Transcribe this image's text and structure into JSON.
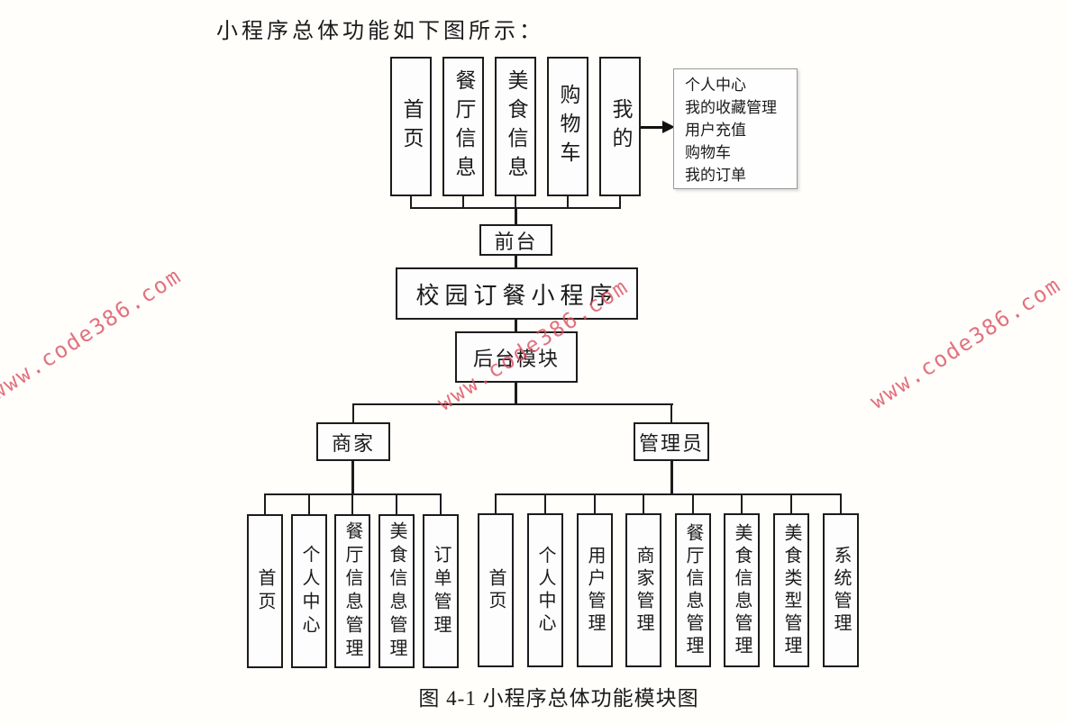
{
  "intro_text": "小程序总体功能如下图所示：",
  "caption": "图 4-1 小程序总体功能模块图",
  "watermark": {
    "text": "www.code386.com",
    "color": "#db4f60"
  },
  "diagram": {
    "root_label": "校园订餐小程序",
    "front": {
      "label": "前台",
      "modules": [
        "首页",
        "餐厅信息",
        "美食信息",
        "购物车",
        "我的"
      ],
      "mine_submodules": [
        "个人中心",
        "我的收藏管理",
        "用户充值",
        "购物车",
        "我的订单"
      ]
    },
    "back": {
      "label": "后台模块",
      "merchant": {
        "label": "商家",
        "modules": [
          "首页",
          "个人中心",
          "餐厅信息管理",
          "美食信息管理",
          "订单管理"
        ]
      },
      "admin": {
        "label": "管理员",
        "modules": [
          "首页",
          "个人中心",
          "用户管理",
          "商家管理",
          "餐厅信息管理",
          "美食信息管理",
          "美食类型管理",
          "系统管理"
        ]
      }
    }
  }
}
